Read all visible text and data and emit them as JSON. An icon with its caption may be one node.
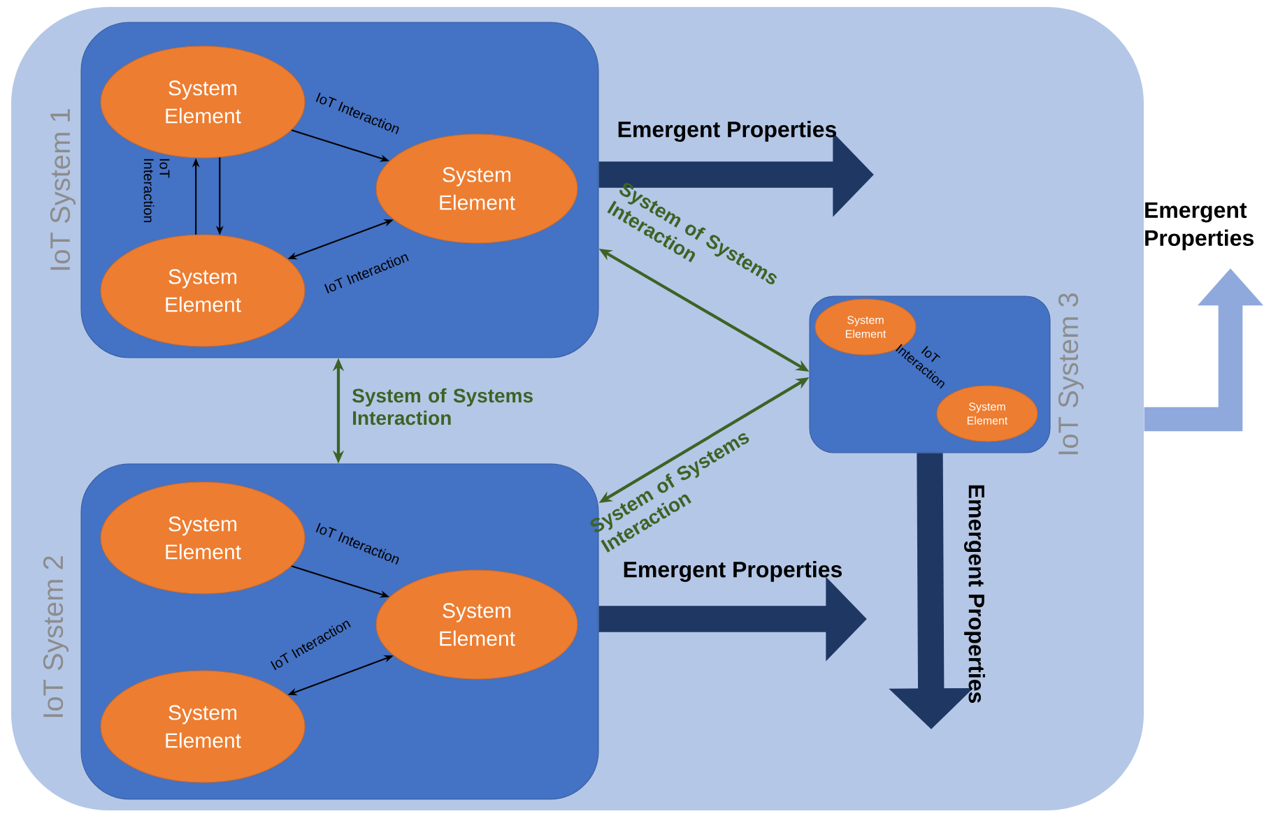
{
  "diagram": {
    "nodes": [
      {
        "text": [],
        "shape": "box"
      },
      {
        "text": [
          "IoT System 1"
        ],
        "in": 0
      },
      {
        "text": [
          "System Element"
        ],
        "in": 1
      },
      {
        "text": [
          "System Element"
        ],
        "in": 1
      },
      {
        "text": [
          "System Element"
        ],
        "in": 1
      },
      {
        "text": [
          "IoT System 2"
        ],
        "in": 0
      },
      {
        "text": [
          "System Element"
        ],
        "in": 5
      },
      {
        "text": [
          "System Element"
        ],
        "in": 5
      },
      {
        "text": [
          "System Element"
        ],
        "in": 5
      },
      {
        "text": [
          "IoT System 3"
        ],
        "in": 0
      },
      {
        "text": [
          "System Element"
        ],
        "in": 9
      },
      {
        "text": [
          "System Element"
        ],
        "in": 9
      }
    ],
    "edges": [
      {
        "from": 2,
        "to": 3,
        "arrow": "to",
        "label": "IoT Interaction"
      },
      {
        "from": 2,
        "to": 4,
        "arrow": "to"
      },
      {
        "from": 4,
        "to": 2,
        "arrow": "to",
        "label": "IoT Interaction"
      },
      {
        "from": 4,
        "to": 3,
        "arrow": "both",
        "label": "IoT Interaction"
      },
      {
        "from": 6,
        "to": 7,
        "arrow": "to",
        "label": "IoT Interaction"
      },
      {
        "from": 8,
        "to": 7,
        "arrow": "both",
        "label": "IoT Interaction"
      },
      {
        "from": 1,
        "to": 5,
        "arrow": "both",
        "label": "System of Systems Interaction",
        "color": "#3d6324"
      },
      {
        "from": 1,
        "to": 9,
        "arrow": "both",
        "label": "System of Systems Interaction",
        "color": "#3d6324"
      },
      {
        "from": 5,
        "to": 9,
        "arrow": "both",
        "label": "System of Systems Interaction",
        "color": "#3d6324"
      },
      {
        "from": 1,
        "to": null,
        "arrow": "to",
        "label": "Emergent Properties",
        "style": "thick",
        "color": "#1f3763"
      },
      {
        "from": 5,
        "to": null,
        "arrow": "to",
        "label": "Emergent Properties",
        "style": "thick",
        "color": "#1f3763"
      },
      {
        "from": 9,
        "to": null,
        "arrow": "to",
        "label": "Emergent Properties",
        "style": "thick",
        "color": "#1f3763"
      },
      {
        "from": 0,
        "to": null,
        "arrow": "to",
        "label": "Emergent Properties",
        "style": "thick",
        "color": "#8fa9dc"
      }
    ],
    "labels": [
      "IoT Interaction"
    ]
  }
}
